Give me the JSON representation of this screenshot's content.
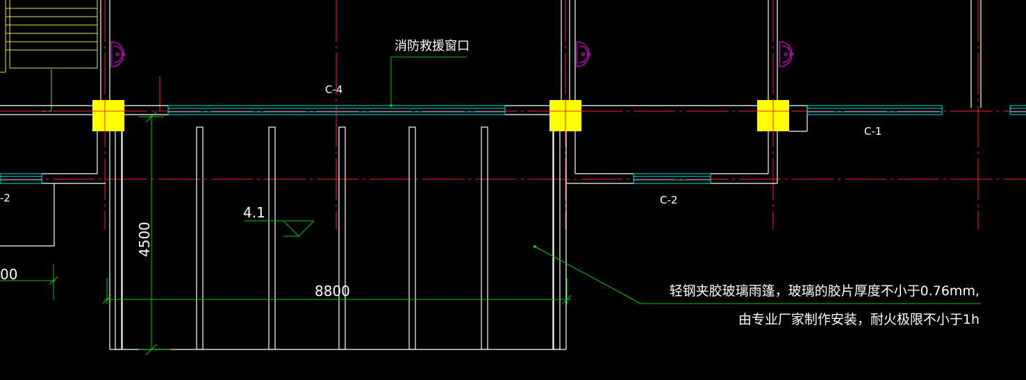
{
  "labels": {
    "fire_window": "消防救援窗口",
    "window_c4": "C-4",
    "window_c1": "C-1",
    "window_c2": "C-2",
    "window_c2_left": "-2",
    "elevation": "4.1",
    "dim_vertical": "4500",
    "dim_horizontal": "8800",
    "dim_left_partial": "00",
    "note_line1": "轻钢夹胶玻璃雨篷，玻璃的胶片厚度不小于0.76mm,",
    "note_line2": "由专业厂家制作安装，耐火极限不小于1h"
  },
  "colors": {
    "background": "#000000",
    "wall": "#ffffff",
    "axis": "#ff2020",
    "window": "#00e5e5",
    "dimension": "#00cc00",
    "column": "#ffff00",
    "fixture": "#cc00cc",
    "stair": "#e8e84a",
    "text": "#ffffff"
  }
}
